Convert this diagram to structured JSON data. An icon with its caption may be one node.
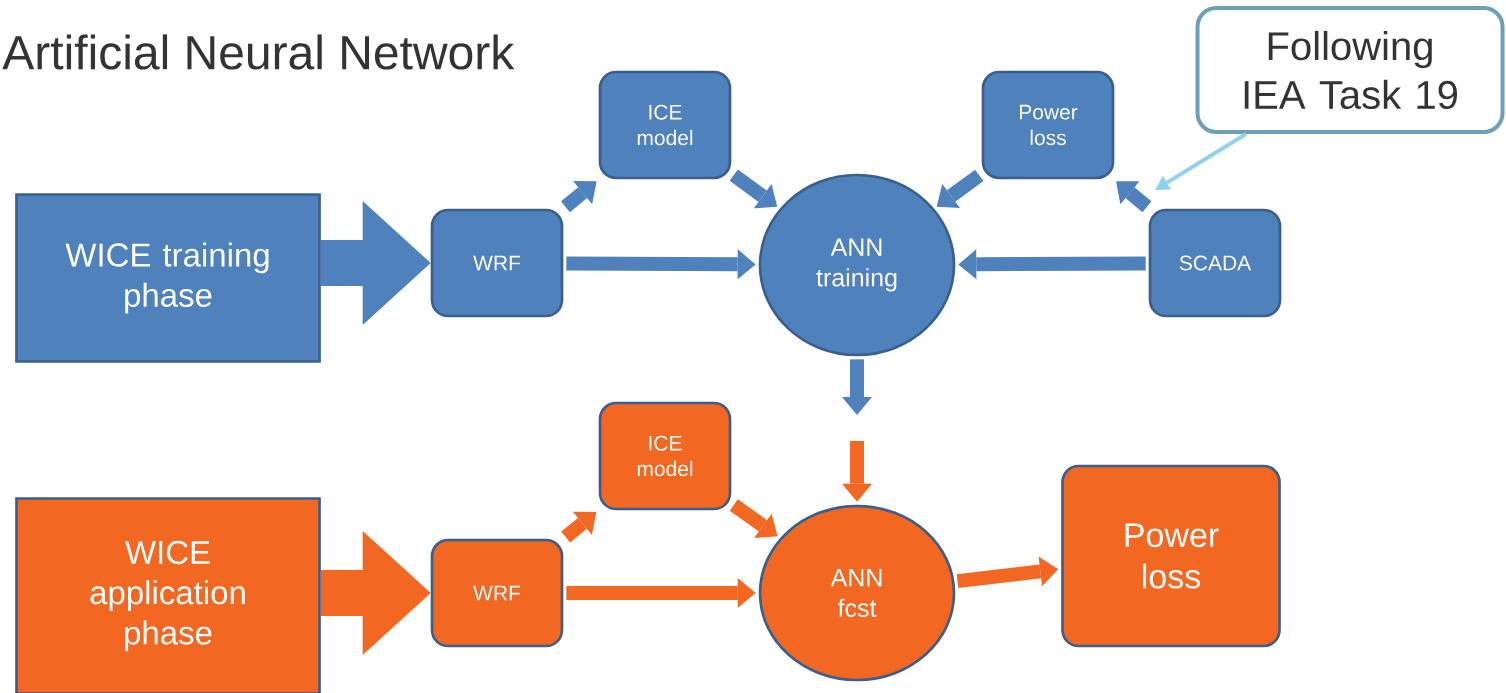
{
  "diagram": {
    "title": "Artificial Neural Network",
    "nodes": [
      {
        "text": [
          "WICE training phase"
        ]
      },
      {
        "text": [
          "WRF"
        ]
      },
      {
        "text": [
          "ICE model"
        ]
      },
      {
        "text": [
          "ANN training"
        ]
      },
      {
        "text": [
          "Power loss"
        ]
      },
      {
        "text": [
          "SCADA"
        ]
      },
      {
        "text": [
          "Following IEA Task 19"
        ]
      },
      {
        "text": [
          "WICE application phase"
        ]
      },
      {
        "text": [
          "WRF"
        ]
      },
      {
        "text": [
          "ICE model"
        ]
      },
      {
        "text": [
          "ANN fcst"
        ]
      },
      {
        "text": [
          "Power loss"
        ]
      }
    ],
    "edges": [
      {
        "from": 0,
        "to": 1,
        "arrow": "to",
        "style": "thick"
      },
      {
        "from": 1,
        "to": 2,
        "arrow": "to"
      },
      {
        "from": 2,
        "to": 3,
        "arrow": "to"
      },
      {
        "from": 1,
        "to": 3,
        "arrow": "to"
      },
      {
        "from": 4,
        "to": 3,
        "arrow": "to"
      },
      {
        "from": 5,
        "to": 4,
        "arrow": "to"
      },
      {
        "from": 5,
        "to": 3,
        "arrow": "to"
      },
      {
        "from": 6,
        "to": null,
        "arrow": "to",
        "color": "#92d0ec"
      },
      {
        "from": 3,
        "to": null,
        "arrow": "to"
      },
      {
        "from": null,
        "to": 10,
        "arrow": "to",
        "color": "#f26722"
      },
      {
        "from": 7,
        "to": 8,
        "arrow": "to",
        "color": "#f26722",
        "style": "thick"
      },
      {
        "from": 8,
        "to": 9,
        "arrow": "to",
        "color": "#f26722"
      },
      {
        "from": 9,
        "to": 10,
        "arrow": "to",
        "color": "#f26722"
      },
      {
        "from": 8,
        "to": 10,
        "arrow": "to",
        "color": "#f26722"
      },
      {
        "from": 10,
        "to": 11,
        "arrow": "to",
        "color": "#f26722"
      }
    ]
  }
}
